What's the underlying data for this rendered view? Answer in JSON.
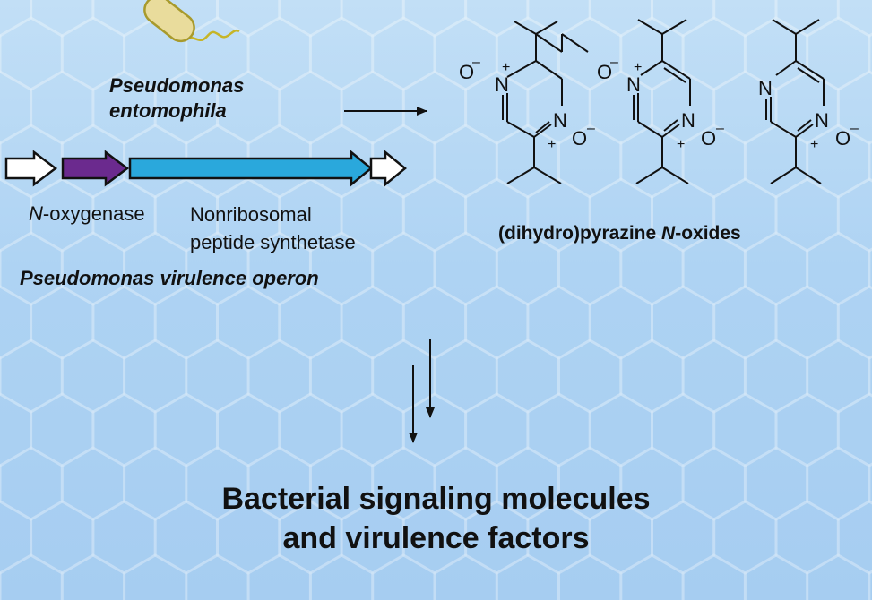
{
  "organism": {
    "line1": "Pseudomonas",
    "line2": "entomophila"
  },
  "operon": {
    "genes": [
      {
        "italic_prefix": "N",
        "label_rest": "-oxygenase",
        "color": "#6b2a8e"
      },
      {
        "label_line1": "Nonribosomal",
        "label_line2": "peptide synthetase",
        "color": "#2aa8dc"
      }
    ],
    "title": "Pseudomonas virulence operon"
  },
  "products": {
    "caption_prefix": "(dihydro)pyrazine ",
    "caption_italic": "N",
    "caption_suffix": "-oxides",
    "atoms": {
      "nitrogen": "N",
      "oxygen": "O",
      "plus": "+",
      "minus": "–"
    }
  },
  "conclusion": {
    "line1": "Bacterial signaling molecules",
    "line2": "and virulence factors"
  },
  "colors": {
    "bacterium_fill": "#e9dc9c",
    "bacterium_stroke": "#a89a2c"
  }
}
